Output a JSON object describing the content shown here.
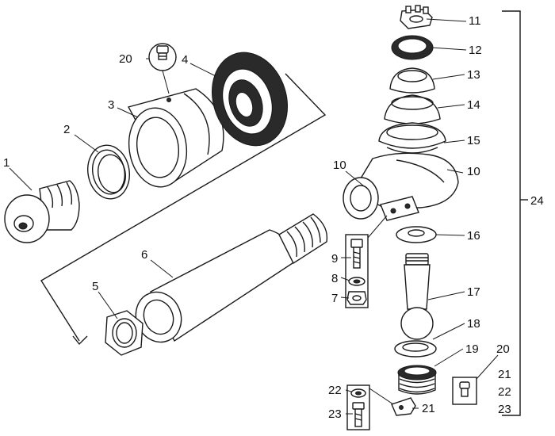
{
  "labels": {
    "p1": "1",
    "p2": "2",
    "p3": "3",
    "p4": "4",
    "p5": "5",
    "p6": "6",
    "p7": "7",
    "p8": "8",
    "p9": "9",
    "p10a": "10",
    "p10b": "10",
    "p11": "11",
    "p12": "12",
    "p13": "13",
    "p14": "14",
    "p15": "15",
    "p16": "16",
    "p17": "17",
    "p18": "18",
    "p19": "19",
    "p20a": "20",
    "p20b": "20",
    "p21a": "21",
    "p21b": "21",
    "p22a": "22",
    "p22b": "22",
    "p23a": "23",
    "p23b": "23",
    "p24": "24"
  }
}
